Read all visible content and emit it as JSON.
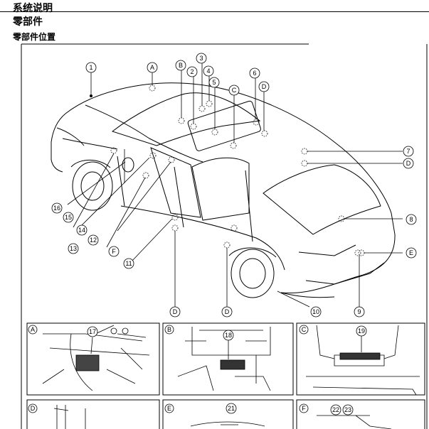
{
  "header": {
    "title": "系统说明",
    "subtitle": "零部件",
    "section": "零部件位置"
  },
  "callouts": {
    "c1": "1",
    "c2": "2",
    "c3": "3",
    "c4": "4",
    "c5": "5",
    "c6": "6",
    "c7": "7",
    "c8": "8",
    "c9": "9",
    "c10": "10",
    "c11": "11",
    "c12": "12",
    "c13": "13",
    "c14": "14",
    "c15": "15",
    "c16": "16",
    "c17": "17",
    "c18": "18",
    "c19": "19",
    "c21": "21",
    "c22": "22",
    "c23": "23"
  },
  "view_letters": {
    "A": "A",
    "B": "B",
    "C": "C",
    "D": "D",
    "E": "E",
    "F": "F"
  }
}
